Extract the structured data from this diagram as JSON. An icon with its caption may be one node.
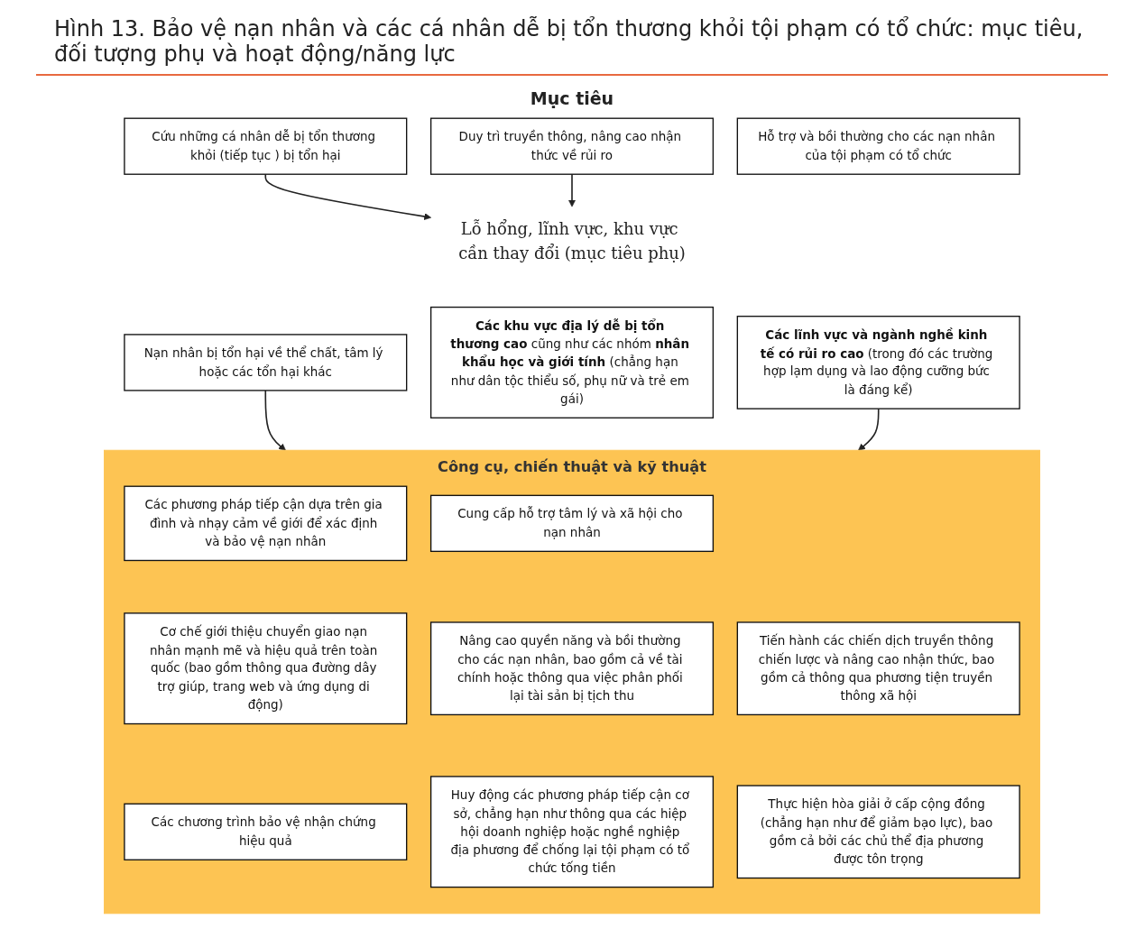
{
  "diagram": {
    "title": "Hình 13. Bảo vệ nạn nhân và các cá nhân dễ bị tổn thương khỏi tội phạm có tổ chức: mục tiêu, đối tượng phụ và hoạt động/năng lực",
    "nodes": [
      {
        "text": [
          "Cứu những cá nhân dễ bị tổn thương khỏi (tiếp tục ) bị tổn hại"
        ]
      },
      {
        "text": [
          "Hỗ trợ và bồi thường cho các nạn nhân của tội phạm có tổ chức"
        ]
      },
      {
        "text": [
          "Duy trì truyền thông, nâng cao nhận thức về rủi ro"
        ]
      },
      {
        "text": [
          "Lỗ hổng, lĩnh vực, khu vực cần thay đổi (mục tiêu phụ)"
        ]
      },
      {
        "text": [
          "Nạn nhân bị tổn hại về thể chất, tâm lý hoặc các tổn hại khác"
        ]
      },
      {
        "text": [
          "**Các khu vực địa lý dễ bị tổn thương cao** cũng như các nhóm **nhân khẩu học và giới tính** (chẳng hạn như dân tộc thiểu số, phụ nữ và trẻ em gái)"
        ]
      },
      {
        "text": [
          "**Các lĩnh vực và ngành nghề kinh tế có rủi ro cao** (trong đó các trường hợp lạm dụng và lao động cưỡng bức là đáng kể)"
        ]
      },
      {
        "text": [
          "Công cụ, chiến thuật và kỹ thuật"
        ]
      },
      {
        "text": [
          "Các phương pháp tiếp cận dựa trên gia đình và nhạy cảm về giới để xác định và bảo vệ nạn nhân"
        ],
        "in": 7
      },
      {
        "text": [
          "Cung cấp hỗ trợ tâm lý và xã hội cho nạn nhân"
        ],
        "in": 7
      },
      {
        "text": [
          "Tiến hành các chiến dịch truyền thông chiến lược và nâng cao nhận thức, bao gồm cả thông qua phương tiện truyền thông xã hội"
        ],
        "in": 7
      },
      {
        "text": [
          "Cơ chế giới thiệu chuyển giao nạn nhân mạnh mẽ và hiệu quả trên toàn quốc (bao gồm thông qua đường dây trợ giúp, trang web và ứng dụng di động)"
        ],
        "in": 7
      },
      {
        "text": [
          "Nâng cao quyền năng và bồi thường cho các nạn nhân, bao gồm cả về tài chính hoặc thông qua việc phân phối lại tài sản bị tịch thu"
        ],
        "in": 7
      },
      {
        "text": [
          "Thực hiện hòa giải ở cấp cộng đồng (chẳng hạn như để giảm bạo lực), bao gồm cả bởi các chủ thể địa phương được tôn trọng"
        ],
        "in": 7
      },
      {
        "text": [
          "Các chương trình bảo vệ nhận chứng hiệu quả"
        ],
        "in": 7
      },
      {
        "text": [
          "Huy động các phương pháp tiếp cận cơ sở, chẳng hạn như thông qua các hiệp hội doanh nghiệp hoặc nghề nghiệp địa phương để chống lại tội phạm có tổ chức tống tiền"
        ],
        "in": 7
      }
    ],
    "edges": [
      {
        "from": 0,
        "to": 3,
        "arrow": "to"
      },
      {
        "from": 2,
        "to": 3,
        "arrow": "to"
      },
      {
        "from": 4,
        "to": 7,
        "arrow": "to"
      },
      {
        "from": 6,
        "to": 7,
        "arrow": "to"
      }
    ],
    "labels": [
      "Mục tiêu"
    ]
  }
}
